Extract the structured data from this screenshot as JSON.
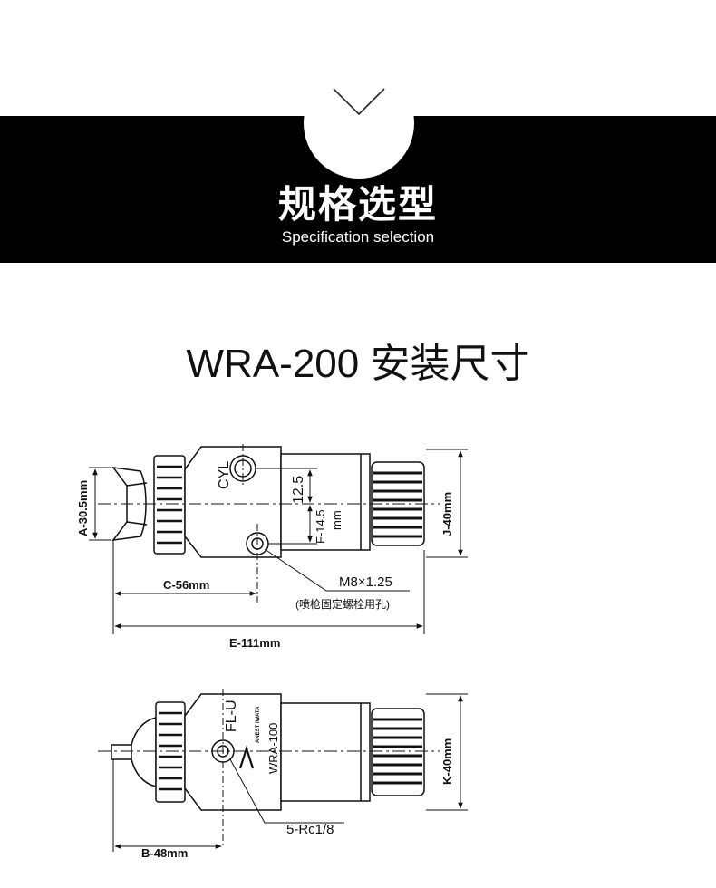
{
  "header": {
    "title_cn": "规格选型",
    "title_en": "Specification selection"
  },
  "section": {
    "title": "WRA-200 安装尺寸"
  },
  "top_view": {
    "cyl": "CYL",
    "dim_12_5": "12.5",
    "dim_f": "F-14.5",
    "dim_f_unit": "mm",
    "dim_a": "A-30.5mm",
    "dim_j": "J-40mm",
    "dim_c": "C-56mm",
    "dim_e": "E-111mm",
    "thread": "M8×1.25",
    "thread_note": "(喷枪固定螺栓用孔)"
  },
  "bottom_view": {
    "flu": "FL-U",
    "model": "WRA-100",
    "brand": "ANEST IWATA",
    "dim_k": "K-40mm",
    "dim_b": "B-48mm",
    "port": "5-Rc1/8"
  },
  "colors": {
    "banner": "#000000",
    "line": "#111111"
  }
}
